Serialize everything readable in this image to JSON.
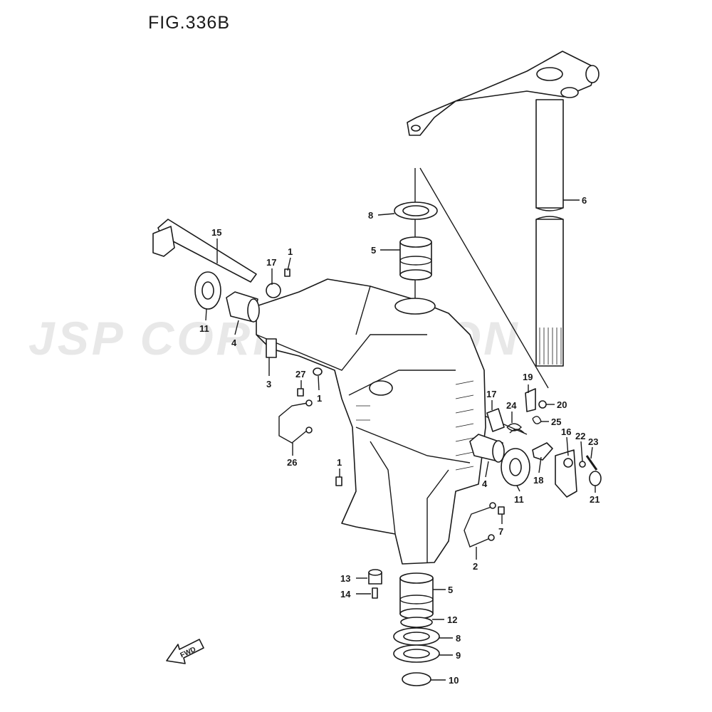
{
  "figure": {
    "title": "FIG.336B"
  },
  "watermark": {
    "text": "JSP CORPORATION"
  },
  "fwd_label": "FWD",
  "callouts": [
    {
      "id": "c15",
      "text": "15"
    },
    {
      "id": "c1a",
      "text": "1"
    },
    {
      "id": "c17a",
      "text": "17"
    },
    {
      "id": "c11a",
      "text": "11"
    },
    {
      "id": "c4a",
      "text": "4"
    },
    {
      "id": "c3",
      "text": "3"
    },
    {
      "id": "c27",
      "text": "27"
    },
    {
      "id": "c1b",
      "text": "1"
    },
    {
      "id": "c26",
      "text": "26"
    },
    {
      "id": "c1c",
      "text": "1"
    },
    {
      "id": "c8a",
      "text": "8"
    },
    {
      "id": "c5a",
      "text": "5"
    },
    {
      "id": "c6",
      "text": "6"
    },
    {
      "id": "c19",
      "text": "19"
    },
    {
      "id": "c20",
      "text": "20"
    },
    {
      "id": "c17b",
      "text": "17"
    },
    {
      "id": "c24",
      "text": "24"
    },
    {
      "id": "c25",
      "text": "25"
    },
    {
      "id": "c16",
      "text": "16"
    },
    {
      "id": "c22",
      "text": "22"
    },
    {
      "id": "c23",
      "text": "23"
    },
    {
      "id": "c18",
      "text": "18"
    },
    {
      "id": "c21",
      "text": "21"
    },
    {
      "id": "c4b",
      "text": "4"
    },
    {
      "id": "c11b",
      "text": "11"
    },
    {
      "id": "c7",
      "text": "7"
    },
    {
      "id": "c2",
      "text": "2"
    },
    {
      "id": "c13",
      "text": "13"
    },
    {
      "id": "c14",
      "text": "14"
    },
    {
      "id": "c5b",
      "text": "5"
    },
    {
      "id": "c12",
      "text": "12"
    },
    {
      "id": "c8b",
      "text": "8"
    },
    {
      "id": "c9",
      "text": "9"
    },
    {
      "id": "c10",
      "text": "10"
    }
  ]
}
